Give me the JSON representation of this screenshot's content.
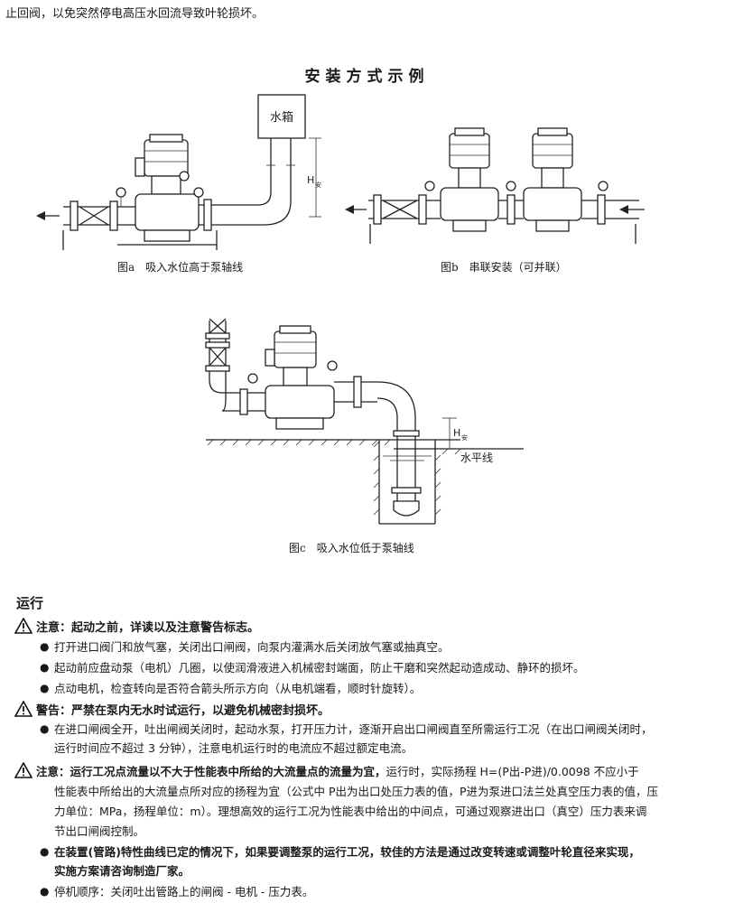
{
  "top_line": "止回阀，以免突然停电高压水回流导致叶轮损坏。",
  "title": "安装方式示例",
  "figures": {
    "a": {
      "caption": "图a　吸入水位高于泵轴线",
      "tank_label": "水箱",
      "h_label": "H",
      "h_sub": "安"
    },
    "b": {
      "caption": "图b　串联安装（可并联）"
    },
    "c": {
      "caption": "图c　吸入水位低于泵轴线",
      "h_label": "H",
      "h_sub": "安",
      "water_label": "水平线"
    }
  },
  "section_title": "运行",
  "notice1": {
    "text": "注意：起动之前，详读以及注意警告标志。"
  },
  "bullets1": [
    "打开进口阀门和放气塞，关闭出口闸阀，向泵内灌满水后关闭放气塞或抽真空。",
    "起动前应盘动泵（电机）几圈，以使润滑液进入机械密封端面，防止干磨和突然起动造成动、静环的损坏。",
    "点动电机，检查转向是否符合箭头所示方向（从电机端看，顺时针旋转）。"
  ],
  "warning": {
    "text": "警告：严禁在泵内无水时试运行，以避免机械密封损坏。"
  },
  "bullet2": {
    "line1": "在进口闸阀全开，吐出闸阀关闭时，起动水泵，打开压力计，逐渐开启出口闸阀直至所需运行工况（在出口闸阀关闭时，",
    "line2": "运行时间应不超过 3 分钟），注意电机运行时的电流应不超过额定电流。"
  },
  "notice2": {
    "bold": "注意：运行工况点流量以不大于性能表中所给的大流量点的流量为宜，",
    "line1_rest": "运行时，实际扬程 H=(P出-P进)/0.0098 不应小于",
    "line2": "性能表中所给出的大流量点所对应的扬程为宜（公式中 P出为出口处压力表的值，P进为泵进口法兰处真空压力表的值，压",
    "line3": "力单位：MPa，扬程单位：m）。理想高效的运行工况为性能表中给出的中间点，可通过观察进出口（真空）压力表来调",
    "line4": "节出口闸阀控制。"
  },
  "bullet3": {
    "line1": "在装置(管路)特性曲线已定的情况下，如果要调整泵的运行工况，较佳的方法是通过改变转速或调整叶轮直径来实现，",
    "line2": "实施方案请咨询制造厂家。"
  },
  "bullet4": "停机顺序：关闭吐出管路上的闸阀 - 电机 - 压力表。",
  "colors": {
    "text": "#1a1a1a",
    "line": "#222222",
    "background": "#ffffff"
  },
  "icons": [
    "warning-triangle-icon",
    "bullet-dot-icon",
    "arrow-left-icon"
  ]
}
